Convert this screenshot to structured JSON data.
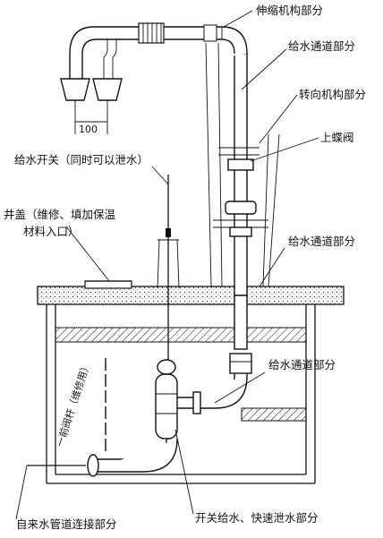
{
  "labels": {
    "telescoping": "伸缩机构部分",
    "supply_top": "给水通道部分",
    "rotating": "转向机构部分",
    "upper_valve": "上蝶阀",
    "supply_switch": "给水开关（同时可以泄水）",
    "well_cover_1": "井盖（维修、填加保温",
    "well_cover_2": "材料入口）",
    "supply_mid": "给水通道部分",
    "supply_low": "给水通道部分",
    "valve_rod": "一前阀杆（维修用）",
    "tap_connection": "自来水管道连接部分",
    "switch_drain": "开关给水、快速泄水部分",
    "dimension": "100"
  }
}
